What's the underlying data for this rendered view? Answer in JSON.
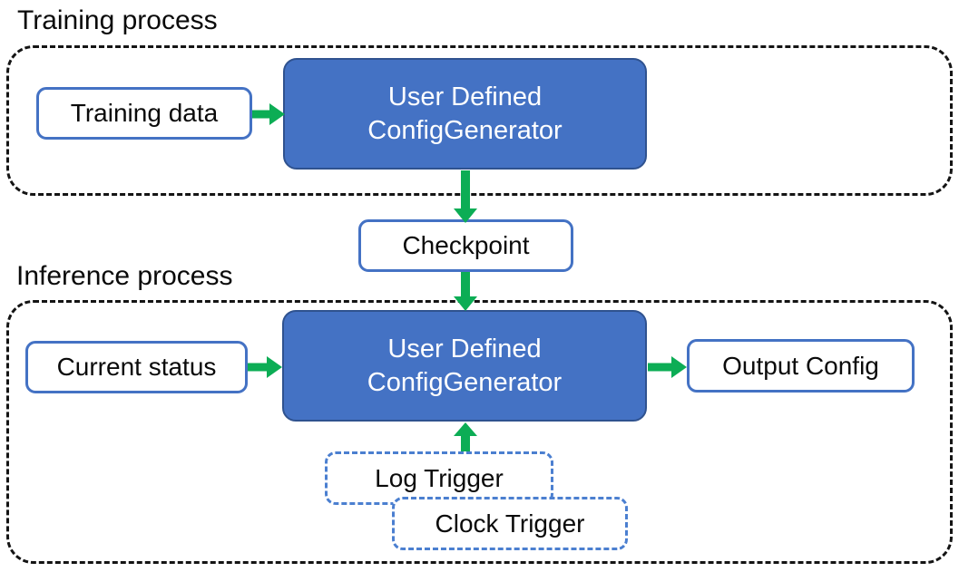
{
  "diagram": {
    "sections": {
      "training": {
        "title": "Training process"
      },
      "inference": {
        "title": "Inference process"
      }
    },
    "nodes": {
      "training_data": {
        "label": "Training data"
      },
      "config_generator_training": {
        "label_line1": "User Defined",
        "label_line2": "ConfigGenerator"
      },
      "checkpoint": {
        "label": "Checkpoint"
      },
      "current_status": {
        "label": "Current status"
      },
      "config_generator_inference": {
        "label_line1": "User Defined",
        "label_line2": "ConfigGenerator"
      },
      "output_config": {
        "label": "Output Config"
      },
      "log_trigger": {
        "label": "Log Trigger"
      },
      "clock_trigger": {
        "label": "Clock Trigger"
      }
    },
    "edges": [
      {
        "from": "training_data",
        "to": "config_generator_training",
        "direction": "right"
      },
      {
        "from": "config_generator_training",
        "to": "checkpoint",
        "direction": "down"
      },
      {
        "from": "checkpoint",
        "to": "config_generator_inference",
        "direction": "down"
      },
      {
        "from": "current_status",
        "to": "config_generator_inference",
        "direction": "right"
      },
      {
        "from": "config_generator_inference",
        "to": "output_config",
        "direction": "right"
      },
      {
        "from": "log_trigger",
        "to": "config_generator_inference",
        "direction": "up"
      }
    ],
    "colors": {
      "node_fill": "#4472C4",
      "node_border": "#2F528F",
      "outline_blue": "#4472C4",
      "arrow_green": "#0CAD55",
      "dash_black": "#141414",
      "text_dark": "#0A0A0A",
      "text_light": "#FFFFFF"
    }
  }
}
